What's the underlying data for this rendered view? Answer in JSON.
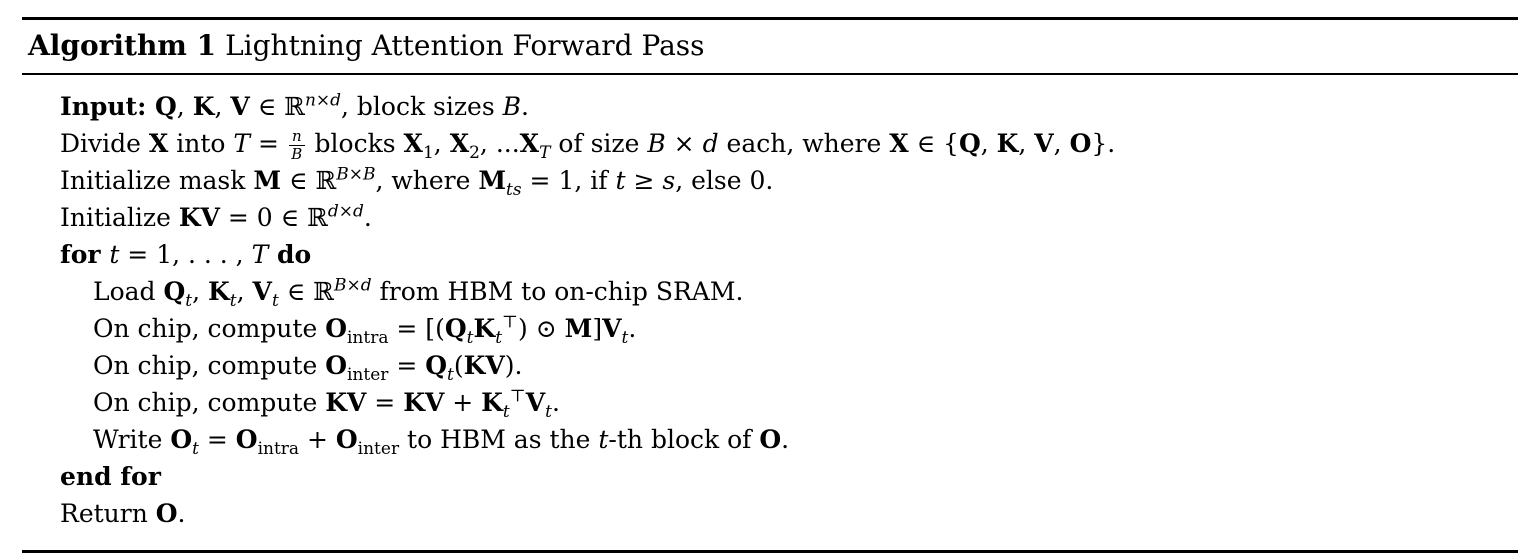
{
  "colors": {
    "text": "#000000",
    "background": "#ffffff",
    "rule": "#000000"
  },
  "algorithm": {
    "label": "Algorithm 1",
    "title": "Lightning Attention Forward Pass",
    "lines": [
      {
        "indent": 0,
        "segments": [
          {
            "x": "Input: ",
            "s": "b"
          },
          {
            "x": "Q",
            "s": "b"
          },
          {
            "x": ", ",
            "s": ""
          },
          {
            "x": "K",
            "s": "b"
          },
          {
            "x": ", ",
            "s": ""
          },
          {
            "x": "V",
            "s": "b"
          },
          {
            "x": " ∈ ℝ",
            "s": ""
          },
          {
            "x": "n×d",
            "s": "pi"
          },
          {
            "x": ", block sizes ",
            "s": ""
          },
          {
            "x": "B",
            "s": "i"
          },
          {
            "x": ".",
            "s": ""
          }
        ]
      },
      {
        "indent": 0,
        "segments": [
          {
            "x": "Divide ",
            "s": ""
          },
          {
            "x": "X",
            "s": "b"
          },
          {
            "x": " into ",
            "s": ""
          },
          {
            "x": "T",
            "s": "i"
          },
          {
            "x": " = ",
            "s": ""
          },
          {
            "frac": [
              "n",
              "B"
            ]
          },
          {
            "x": " blocks ",
            "s": ""
          },
          {
            "x": "X",
            "s": "b"
          },
          {
            "x": "1",
            "s": "q"
          },
          {
            "x": ", ",
            "s": ""
          },
          {
            "x": "X",
            "s": "b"
          },
          {
            "x": "2",
            "s": "q"
          },
          {
            "x": ", ...",
            "s": ""
          },
          {
            "x": "X",
            "s": "b"
          },
          {
            "x": "T",
            "s": "qi"
          },
          {
            "x": " of size ",
            "s": ""
          },
          {
            "x": "B",
            "s": "i"
          },
          {
            "x": " × ",
            "s": ""
          },
          {
            "x": "d",
            "s": "i"
          },
          {
            "x": " each, where ",
            "s": ""
          },
          {
            "x": "X",
            "s": "b"
          },
          {
            "x": " ∈ {",
            "s": ""
          },
          {
            "x": "Q",
            "s": "b"
          },
          {
            "x": ", ",
            "s": ""
          },
          {
            "x": "K",
            "s": "b"
          },
          {
            "x": ", ",
            "s": ""
          },
          {
            "x": "V",
            "s": "b"
          },
          {
            "x": ", ",
            "s": ""
          },
          {
            "x": "O",
            "s": "b"
          },
          {
            "x": "}.",
            "s": ""
          }
        ]
      },
      {
        "indent": 0,
        "segments": [
          {
            "x": "Initialize mask ",
            "s": ""
          },
          {
            "x": "M",
            "s": "b"
          },
          {
            "x": " ∈ ℝ",
            "s": ""
          },
          {
            "x": "B×B",
            "s": "pi"
          },
          {
            "x": ", where ",
            "s": ""
          },
          {
            "x": "M",
            "s": "b"
          },
          {
            "x": "ts",
            "s": "qi"
          },
          {
            "x": " = 1, if ",
            "s": ""
          },
          {
            "x": "t",
            "s": "i"
          },
          {
            "x": " ≥ ",
            "s": ""
          },
          {
            "x": "s",
            "s": "i"
          },
          {
            "x": ", else 0.",
            "s": ""
          }
        ]
      },
      {
        "indent": 0,
        "segments": [
          {
            "x": "Initialize ",
            "s": ""
          },
          {
            "x": "KV",
            "s": "b"
          },
          {
            "x": " = 0 ∈ ℝ",
            "s": ""
          },
          {
            "x": "d×d",
            "s": "pi"
          },
          {
            "x": ".",
            "s": ""
          }
        ]
      },
      {
        "indent": 0,
        "segments": [
          {
            "x": "for ",
            "s": "b"
          },
          {
            "x": "t",
            "s": "i"
          },
          {
            "x": " = 1, . . . , ",
            "s": ""
          },
          {
            "x": "T",
            "s": "i"
          },
          {
            "x": " do",
            "s": "b"
          }
        ]
      },
      {
        "indent": 1,
        "segments": [
          {
            "x": "Load ",
            "s": ""
          },
          {
            "x": "Q",
            "s": "b"
          },
          {
            "x": "t",
            "s": "qi"
          },
          {
            "x": ", ",
            "s": ""
          },
          {
            "x": "K",
            "s": "b"
          },
          {
            "x": "t",
            "s": "qi"
          },
          {
            "x": ", ",
            "s": ""
          },
          {
            "x": "V",
            "s": "b"
          },
          {
            "x": "t",
            "s": "qi"
          },
          {
            "x": " ∈ ℝ",
            "s": ""
          },
          {
            "x": "B×d",
            "s": "pi"
          },
          {
            "x": " from HBM to on-chip SRAM.",
            "s": ""
          }
        ]
      },
      {
        "indent": 1,
        "segments": [
          {
            "x": "On chip, compute ",
            "s": ""
          },
          {
            "x": "O",
            "s": "b"
          },
          {
            "x": "intra",
            "s": "q"
          },
          {
            "x": " = [(",
            "s": ""
          },
          {
            "x": "Q",
            "s": "b"
          },
          {
            "x": "t",
            "s": "qi"
          },
          {
            "x": "K",
            "s": "b"
          },
          {
            "x": "t",
            "s": "qi"
          },
          {
            "x": "⊤",
            "s": "p"
          },
          {
            "x": ") ⊙ ",
            "s": ""
          },
          {
            "x": "M",
            "s": "b"
          },
          {
            "x": "]",
            "s": ""
          },
          {
            "x": "V",
            "s": "b"
          },
          {
            "x": "t",
            "s": "qi"
          },
          {
            "x": ".",
            "s": ""
          }
        ]
      },
      {
        "indent": 1,
        "segments": [
          {
            "x": "On chip, compute ",
            "s": ""
          },
          {
            "x": "O",
            "s": "b"
          },
          {
            "x": "inter",
            "s": "q"
          },
          {
            "x": " = ",
            "s": ""
          },
          {
            "x": "Q",
            "s": "b"
          },
          {
            "x": "t",
            "s": "qi"
          },
          {
            "x": "(",
            "s": ""
          },
          {
            "x": "KV",
            "s": "b"
          },
          {
            "x": ").",
            "s": ""
          }
        ]
      },
      {
        "indent": 1,
        "segments": [
          {
            "x": "On chip, compute ",
            "s": ""
          },
          {
            "x": "KV",
            "s": "b"
          },
          {
            "x": " = ",
            "s": ""
          },
          {
            "x": "KV",
            "s": "b"
          },
          {
            "x": " + ",
            "s": ""
          },
          {
            "x": "K",
            "s": "b"
          },
          {
            "x": "t",
            "s": "qi"
          },
          {
            "x": "⊤",
            "s": "p"
          },
          {
            "x": "V",
            "s": "b"
          },
          {
            "x": "t",
            "s": "qi"
          },
          {
            "x": ".",
            "s": ""
          }
        ]
      },
      {
        "indent": 1,
        "segments": [
          {
            "x": "Write ",
            "s": ""
          },
          {
            "x": "O",
            "s": "b"
          },
          {
            "x": "t",
            "s": "qi"
          },
          {
            "x": " = ",
            "s": ""
          },
          {
            "x": "O",
            "s": "b"
          },
          {
            "x": "intra",
            "s": "q"
          },
          {
            "x": " + ",
            "s": ""
          },
          {
            "x": "O",
            "s": "b"
          },
          {
            "x": "inter",
            "s": "q"
          },
          {
            "x": " to HBM as the ",
            "s": ""
          },
          {
            "x": "t",
            "s": "i"
          },
          {
            "x": "-th block of ",
            "s": ""
          },
          {
            "x": "O",
            "s": "b"
          },
          {
            "x": ".",
            "s": ""
          }
        ]
      },
      {
        "indent": 0,
        "segments": [
          {
            "x": "end for",
            "s": "b"
          }
        ]
      },
      {
        "indent": 0,
        "segments": [
          {
            "x": "Return ",
            "s": ""
          },
          {
            "x": "O",
            "s": "b"
          },
          {
            "x": ".",
            "s": ""
          }
        ]
      }
    ]
  }
}
